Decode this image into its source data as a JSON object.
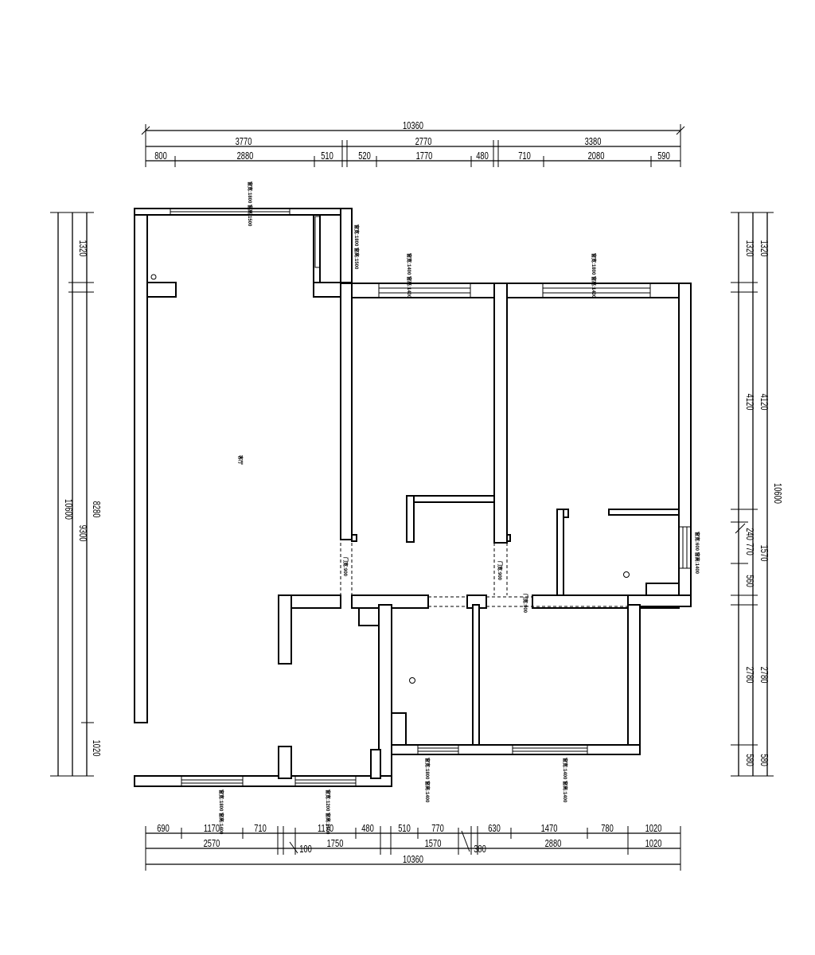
{
  "dimensions": {
    "top": {
      "total": "10360",
      "mid": [
        "3770",
        "2770",
        "3380"
      ],
      "detail": [
        "800",
        "2880",
        "510",
        "520",
        "1770",
        "480",
        "710",
        "2080",
        "590"
      ]
    },
    "bottom": {
      "detail": [
        "690",
        "1170",
        "710",
        "1170",
        "480",
        "510",
        "770",
        "630",
        "1470",
        "780",
        "1020"
      ],
      "mid": [
        "2570",
        "100",
        "1750",
        "1570",
        "380",
        "2880",
        "1020"
      ],
      "total": "10360"
    },
    "left": {
      "total": "10600",
      "mid": [
        "1320",
        "8280",
        "9300",
        "1020"
      ]
    },
    "right": {
      "total": "10600",
      "outer": [
        "1320",
        "4120",
        "240",
        "770",
        "560",
        "2780",
        "580"
      ],
      "inner": [
        "1320",
        "4120",
        "1570",
        "2780",
        "580"
      ]
    }
  },
  "labels": {
    "window_top_balcony": "窗宽:1800 窗高:1500",
    "window_top_small": "窗宽:1800 窗高:1500",
    "window_bed2": "窗宽:1400 窗高:1400",
    "window_master": "窗宽:1800 窗高:1400",
    "window_right": "窗宽:600 窗高:1400",
    "window_bot_living": "窗宽:1800 窗高:1400",
    "window_bot_kitchen": "窗宽:1200 窗高:1500",
    "window_bot_bath": "窗宽:1800 窗高:1400",
    "window_bot_bed3": "窗宽:1400 窗高:1400",
    "room_living": "客厅",
    "door_a": "门宽:900",
    "door_b": "门宽:900",
    "door_c": "门宽:900"
  }
}
